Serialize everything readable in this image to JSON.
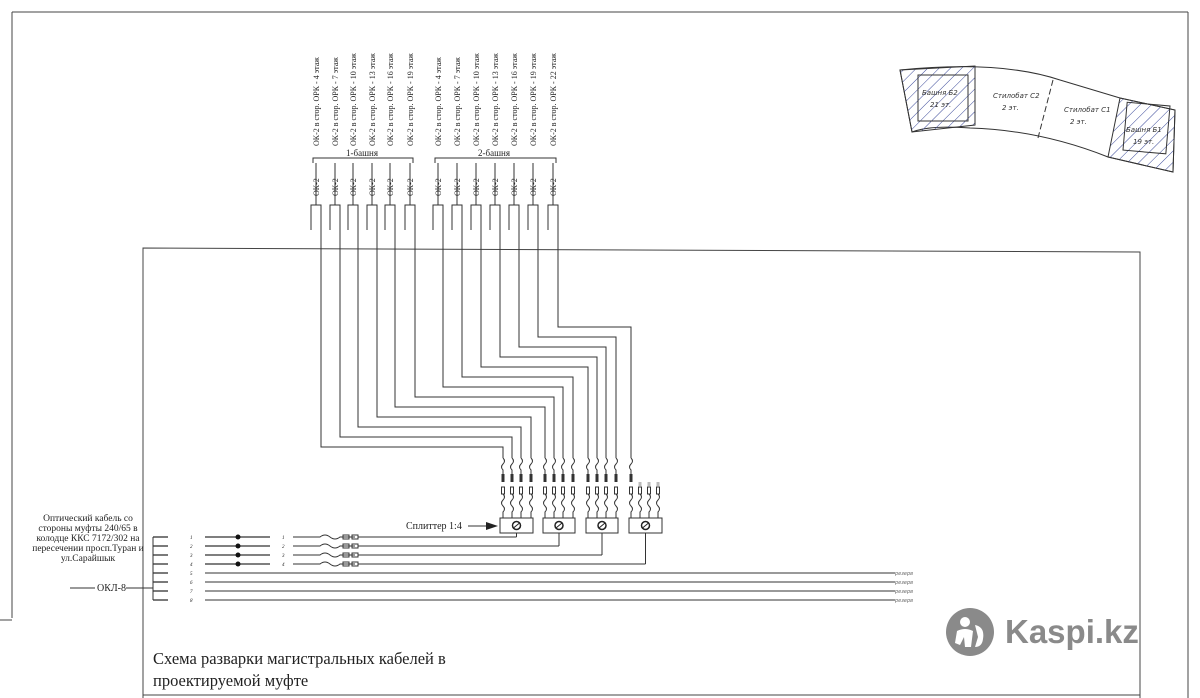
{
  "tower1": {
    "label": "1-башня",
    "cables": [
      "ОК-2 в стор. ОРК - 4 этаж",
      "ОК-2 в стор. ОРК - 7 этаж",
      "ОК-2 в стор. ОРК - 10 этаж",
      "ОК-2 в стор. ОРК - 13 этаж",
      "ОК-2 в стор. ОРК - 16 этаж",
      "ОК-2 в стор. ОРК - 19 этаж"
    ]
  },
  "tower2": {
    "label": "2-башня",
    "cables": [
      "ОК-2 в стор. ОРК - 4 этаж",
      "ОК-2 в стор. ОРК - 7 этаж",
      "ОК-2 в стор. ОРК - 10 этаж",
      "ОК-2 в стор. ОРК - 13 этаж",
      "ОК-2 в стор. ОРК - 16 этаж",
      "ОК-2 в стор. ОРК - 19 этаж",
      "ОК-2 в стор. ОРК - 22 этаж"
    ]
  },
  "cable_mark": "ОК-2",
  "splitter_label": "Сплиттер 1:4",
  "incoming": {
    "description": [
      "Оптический кабель со",
      "стороны муфты 240/65  в",
      "колодце ККС 7172/302 на",
      "пересечении просп.Туран и",
      "ул.Сарайшык"
    ],
    "cable": "ОКЛ-8",
    "fiber_numbers": [
      "1",
      "2",
      "3",
      "4",
      "5",
      "6",
      "7",
      "8"
    ],
    "reserve_label": "резерв"
  },
  "plan": {
    "b2": [
      "Башня Б2",
      "21 эт."
    ],
    "s2": [
      "Стилобат С2",
      "2 эт."
    ],
    "s1": [
      "Стилобат С1",
      "2 эт."
    ],
    "b1": [
      "Башня Б1",
      "19 эт."
    ]
  },
  "caption": [
    "Схема разварки магистральных кабелей в",
    "проектируемой муфте"
  ],
  "watermark": "Kaspi.kz",
  "colors": {
    "line": "#333333",
    "hatch": "#3b4a9a",
    "watermark": "#8a8a8a"
  }
}
